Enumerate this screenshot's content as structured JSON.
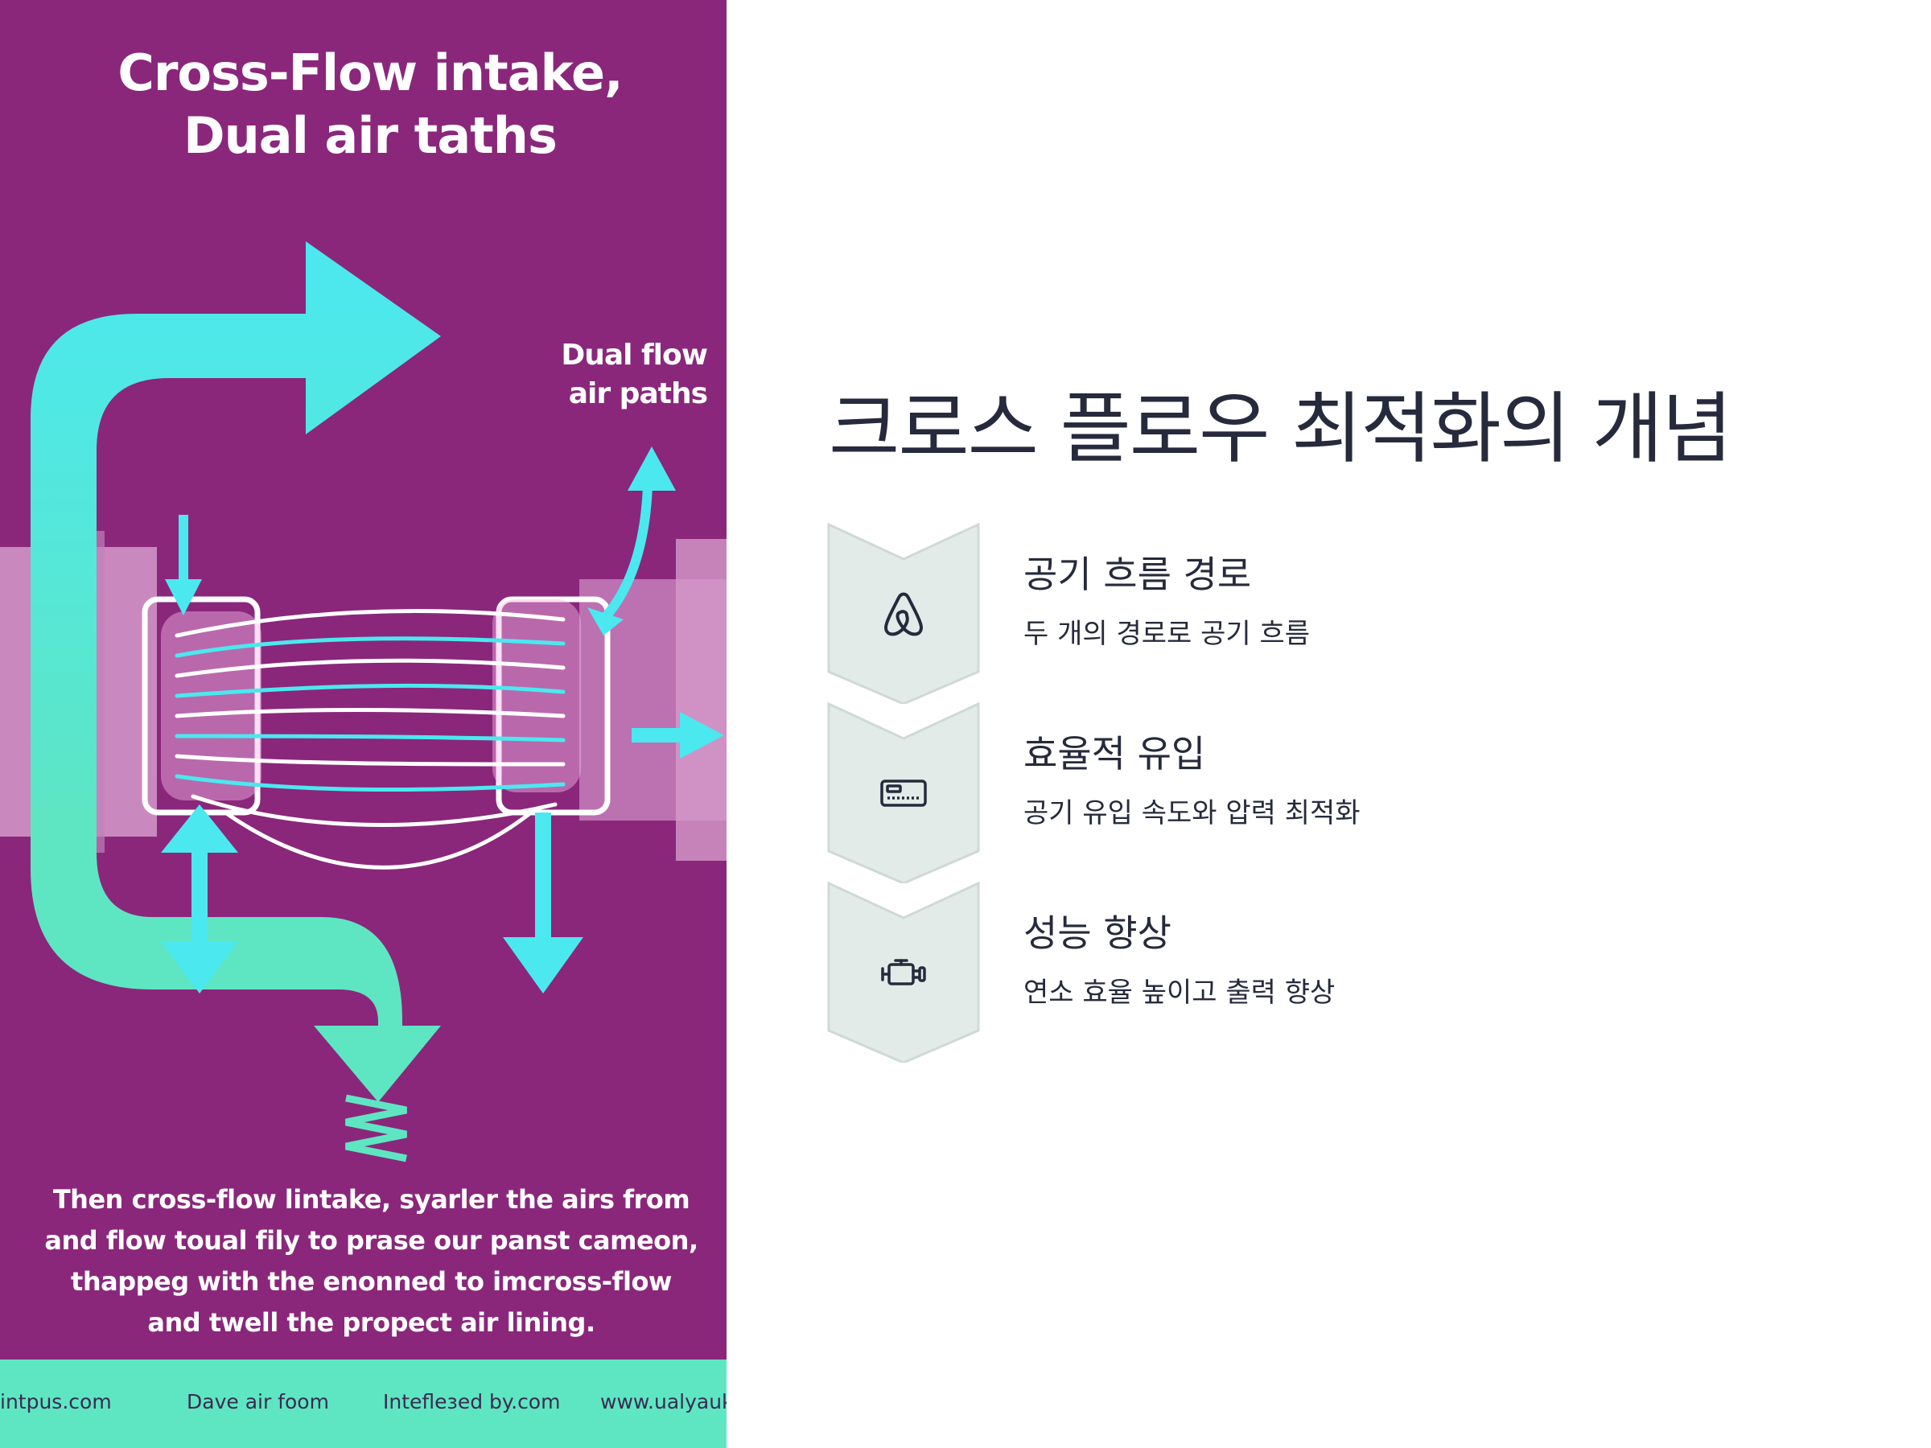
{
  "poster": {
    "title_line1": "Cross-Flow intake,",
    "title_line2": "Dual air taths",
    "side_label_line1": "Dual flow",
    "side_label_line2": "air paths",
    "body_lines": [
      "Then cross-flow lintake, syarler the airs from",
      "and flow toual fily to prase our panst cameon,",
      "thappeg with the enonned to imcross-flow",
      "and twell the propect air lining."
    ],
    "footer_links": [
      "intpus.com",
      "Dave air foom",
      "Intefleзed by.com",
      "www.ualyauk"
    ],
    "colors": {
      "background": "#8a277b",
      "arrow": "#5ee6c2",
      "arrow_light": "#4be8f0",
      "footer": "#5ee6c2"
    }
  },
  "slide": {
    "title": "크로스 플로우 최적화의 개념",
    "steps": [
      {
        "icon": "airflow-icon",
        "title": "공기 흐름 경로",
        "description": "두 개의 경로로 공기 흐름"
      },
      {
        "icon": "intake-panel-icon",
        "title": "효율적 유입",
        "description": "공기 유입 속도와 압력 최적화"
      },
      {
        "icon": "engine-icon",
        "title": "성능 향상",
        "description": "연소 효율 높이고 출력 향상"
      }
    ],
    "colors": {
      "text": "#262a3c",
      "step_fill": "#e3ebe8",
      "step_stroke": "#cfd9d5"
    }
  }
}
